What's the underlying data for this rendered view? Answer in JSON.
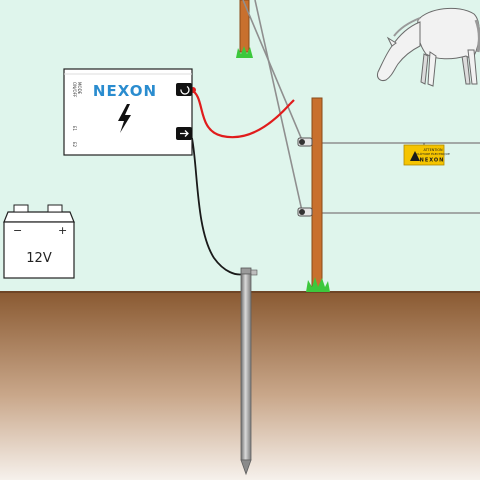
{
  "energizer": {
    "brand": "NEXON",
    "side_text": [
      "ON/OFF",
      "MODE",
      "E1",
      "E2"
    ]
  },
  "battery": {
    "voltage": "12V",
    "minus": "−",
    "plus": "+"
  },
  "warning_sign": {
    "line1": "ATTENTION",
    "line2": "CLÔTURE ÉLECTRIQUE",
    "brand": "NEXON"
  },
  "colors": {
    "sky": "#dff5ec",
    "soil_top": "#8a5a32",
    "soil_bottom": "#f3ece6",
    "post": "#c8702e",
    "grass": "#3cc83c",
    "live_lead": "#e01c1c",
    "ground_lead": "#1a1a1a",
    "wire": "#8f8f8f",
    "brand_blue": "#2a8ccf",
    "sign_yellow": "#f5c400"
  },
  "icons": {
    "bolt": "lightning-bolt-icon",
    "terminal_live": "crescent-terminal-icon",
    "terminal_ground": "arrow-terminal-icon",
    "horse": "horse-illustration"
  }
}
